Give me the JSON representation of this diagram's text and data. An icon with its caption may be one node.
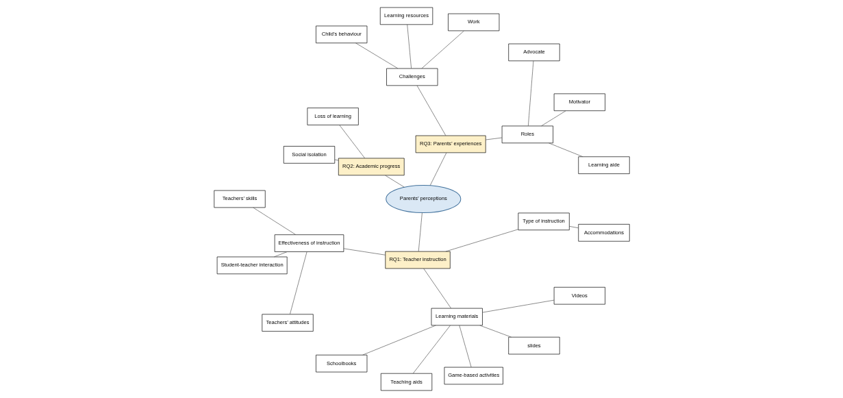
{
  "diagram": {
    "nodes": [
      {
        "text": [
          "Type of instruction"
        ]
      },
      {
        "text": [
          "Accommodations"
        ]
      },
      {
        "text": [
          "Learning aide"
        ]
      },
      {
        "text": [
          "Teachers’ skills"
        ]
      },
      {
        "text": [
          "Motivator"
        ]
      },
      {
        "text": [
          "Student-teacher interaction"
        ]
      },
      {
        "text": [
          "Roles"
        ]
      },
      {
        "text": [
          "Advocate"
        ]
      },
      {
        "text": [
          "Effectiveness of instruction"
        ]
      },
      {
        "text": [
          "RQ1: Teacher instruction"
        ]
      },
      {
        "text": [
          "Teachers’ attitudes"
        ]
      },
      {
        "text": [
          "RQ3: Parents’ experiences"
        ]
      },
      {
        "text": [
          "Parents’ perceptions"
        ]
      },
      {
        "text": [
          "Schoolbooks"
        ]
      },
      {
        "text": [
          "Learning materials"
        ]
      },
      {
        "text": [
          "Teaching aids"
        ]
      },
      {
        "text": [
          "Work"
        ]
      },
      {
        "text": [
          "Challenges"
        ]
      },
      {
        "text": [
          "Learning resources"
        ]
      },
      {
        "text": [
          "RQ2: Academic progress"
        ]
      },
      {
        "text": [
          "Game-based activities"
        ]
      },
      {
        "text": [
          "Child’s behaviour"
        ]
      },
      {
        "text": [
          "slides"
        ]
      },
      {
        "text": [
          "Loss of learning"
        ]
      },
      {
        "text": [
          "Social isolation"
        ]
      },
      {
        "text": [
          "Videos"
        ]
      }
    ],
    "edges": [
      {
        "from": 0,
        "to": 1,
        "arrow": "none"
      },
      {
        "from": 0,
        "to": 9,
        "arrow": "none"
      },
      {
        "from": 9,
        "to": 12,
        "arrow": "none"
      },
      {
        "from": 9,
        "to": 8,
        "arrow": "none"
      },
      {
        "from": 8,
        "to": 3,
        "arrow": "none"
      },
      {
        "from": 8,
        "to": 5,
        "arrow": "none"
      },
      {
        "from": 8,
        "to": 10,
        "arrow": "none"
      },
      {
        "from": 9,
        "to": 14,
        "arrow": "none"
      },
      {
        "from": 14,
        "to": 13,
        "arrow": "none"
      },
      {
        "from": 14,
        "to": 15,
        "arrow": "none"
      },
      {
        "from": 14,
        "to": 20,
        "arrow": "none"
      },
      {
        "from": 14,
        "to": 22,
        "arrow": "none"
      },
      {
        "from": 14,
        "to": 25,
        "arrow": "none"
      },
      {
        "from": 12,
        "to": 11,
        "arrow": "none"
      },
      {
        "from": 11,
        "to": 6,
        "arrow": "none"
      },
      {
        "from": 6,
        "to": 2,
        "arrow": "none"
      },
      {
        "from": 6,
        "to": 4,
        "arrow": "none"
      },
      {
        "from": 6,
        "to": 7,
        "arrow": "none"
      },
      {
        "from": 11,
        "to": 17,
        "arrow": "none"
      },
      {
        "from": 17,
        "to": 16,
        "arrow": "none"
      },
      {
        "from": 17,
        "to": 18,
        "arrow": "none"
      },
      {
        "from": 17,
        "to": 21,
        "arrow": "none"
      },
      {
        "from": 12,
        "to": 19,
        "arrow": "none"
      },
      {
        "from": 19,
        "to": 23,
        "arrow": "none"
      },
      {
        "from": 19,
        "to": 24,
        "arrow": "none"
      }
    ]
  }
}
